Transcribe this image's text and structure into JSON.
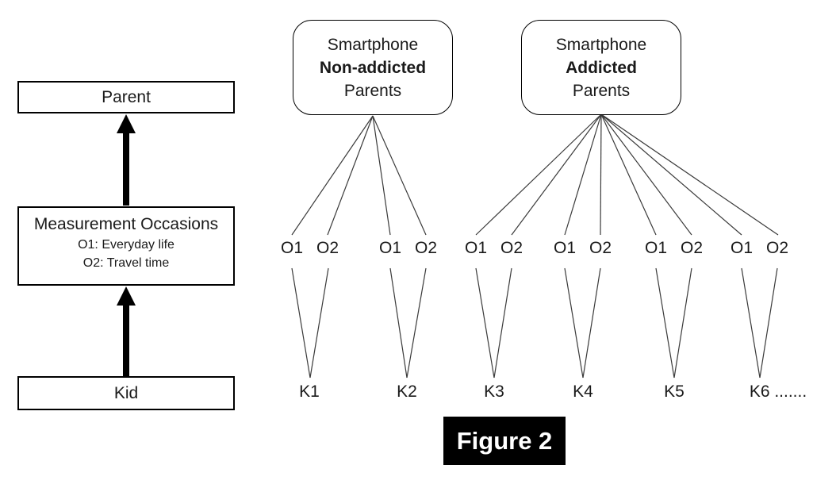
{
  "colors": {
    "background": "#ffffff",
    "border": "#000000",
    "line": "#3a3a3a",
    "arrow": "#000000",
    "caption_bg": "#000000",
    "caption_text": "#ffffff",
    "text": "#1a1a1a"
  },
  "left_flow": {
    "parent_box": "Parent",
    "measurement_box": {
      "title": "Measurement Occasions",
      "occasion1": "O1: Everyday life",
      "occasion2": "O2: Travel time"
    },
    "kid_box": "Kid"
  },
  "parent_groups": [
    {
      "line1": "Smartphone",
      "line2": "Non-addicted",
      "line3": "Parents"
    },
    {
      "line1": "Smartphone",
      "line2": "Addicted",
      "line3": "Parents"
    }
  ],
  "occasion_labels": {
    "o1": "O1",
    "o2": "O2"
  },
  "kid_labels": [
    "K1",
    "K2",
    "K3",
    "K4",
    "K5",
    "K6 ......."
  ],
  "caption": "Figure 2"
}
